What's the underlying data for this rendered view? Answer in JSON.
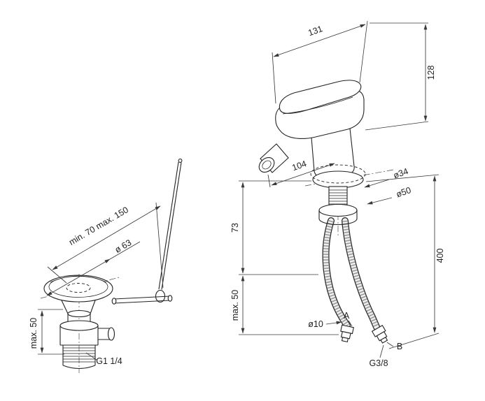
{
  "drawing": {
    "background": "#ffffff",
    "line_color": "#232323",
    "dimension_color": "#3a3a3a",
    "left_assembly": {
      "dim_rod_travel": "min. 70 max. 150",
      "dim_flange_diameter": "ø 63",
      "dim_max_depth": "max. 50",
      "dim_thread": "G1 1/4"
    },
    "right_assembly": {
      "dim_width": "131",
      "dim_height": "128",
      "dim_spout_reach": "104",
      "dim_shank_diameter": "ø34",
      "dim_base_diameter": "ø50",
      "dim_under_body": "73",
      "dim_hose_length": "400",
      "dim_max_deck": "max. 50",
      "dim_hose_diameter": "ø10",
      "hose_label_a": "A",
      "hose_label_b": "B",
      "dim_hose_thread": "G3/8"
    }
  }
}
